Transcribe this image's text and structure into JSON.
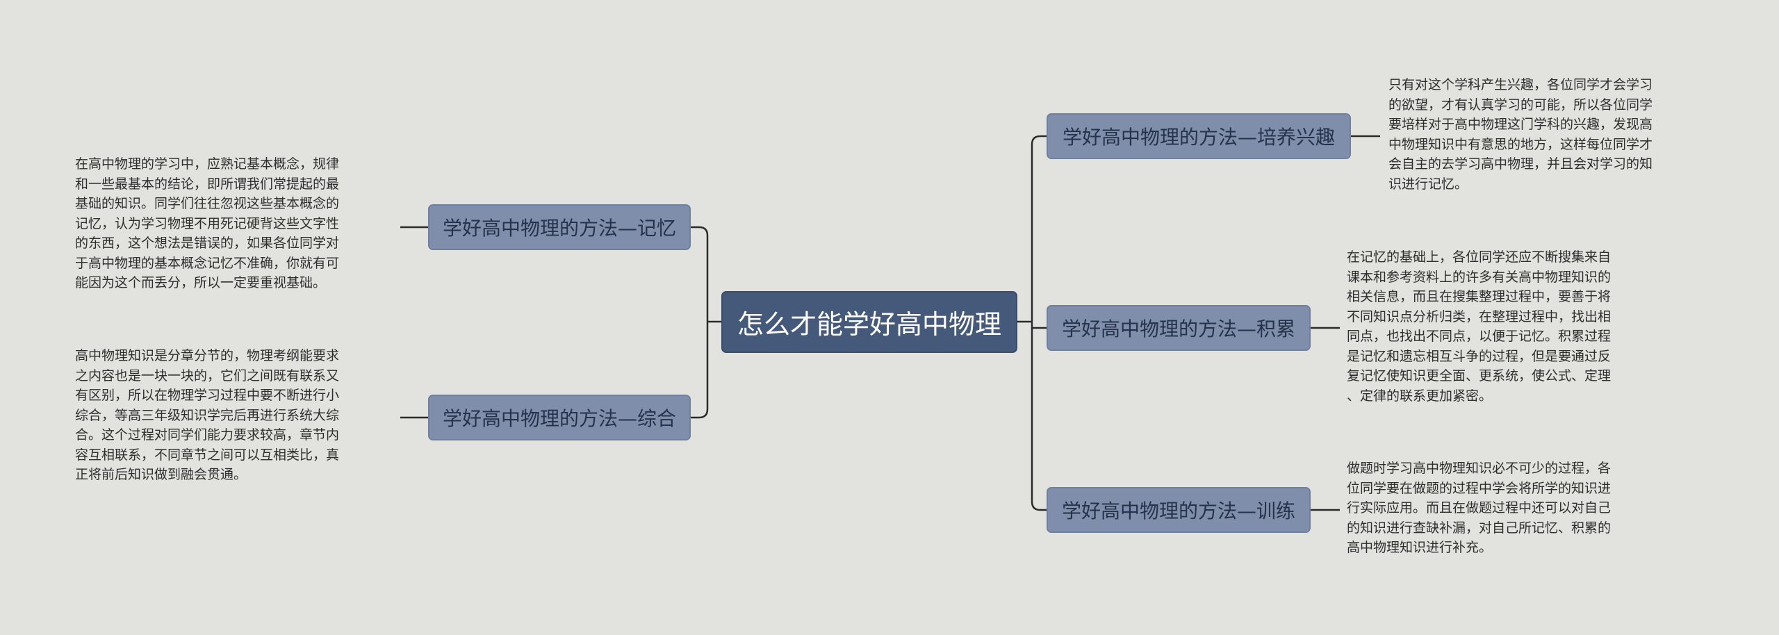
{
  "root": {
    "label": "怎么才能学好高中物理"
  },
  "branches": [
    {
      "id": "jiyi",
      "label": "学好高中物理的方法—记忆",
      "text": "在高中物理的学习中，应熟记基本概念，规律\n和一些最基本的结论，即所谓我们常提起的最\n基础的知识。同学们往往忽视这些基本概念的\n记忆，认为学习物理不用死记硬背这些文字性\n的东西，这个想法是错误的，如果各位同学对\n于高中物理的基本概念记忆不准确，你就有可\n能因为这个而丢分，所以一定要重视基础。"
    },
    {
      "id": "zonghe",
      "label": "学好高中物理的方法—综合",
      "text": "高中物理知识是分章分节的，物理考纲能要求\n之内容也是一块一块的，它们之间既有联系又\n有区别，所以在物理学习过程中要不断进行小\n综合，等高三年级知识学完后再进行系统大综\n合。这个过程对同学们能力要求较高，章节内\n容互相联系，不同章节之间可以互相类比，真\n正将前后知识做到融会贯通。"
    },
    {
      "id": "xingqu",
      "label": "学好高中物理的方法—培养兴趣",
      "text": "只有对这个学科产生兴趣，各位同学才会学习\n的欲望，才有认真学习的可能，所以各位同学\n要培样对于高中物理这门学科的兴趣，发现高\n中物理知识中有意思的地方，这样每位同学才\n会自主的去学习高中物理，并且会对学习的知\n识进行记忆。"
    },
    {
      "id": "jilei",
      "label": "学好高中物理的方法—积累",
      "text": "在记忆的基础上，各位同学还应不断搜集来自\n课本和参考资料上的许多有关高中物理知识的\n相关信息，而且在搜集整理过程中，要善于将\n不同知识点分析归类，在整理过程中，找出相\n同点，也找出不同点，以便于记忆。积累过程\n是记忆和遗忘相互斗争的过程，但是要通过反\n复记忆使知识更全面、更系统，使公式、定理\n、定律的联系更加紧密。"
    },
    {
      "id": "xunlian",
      "label": "学好高中物理的方法—训练",
      "text": "做题时学习高中物理知识必不可少的过程，各\n位同学要在做题的过程中学会将所学的知识进\n行实际应用。而且在做题过程中还可以对自己\n的知识进行查缺补漏，对自己所记忆、积累的\n高中物理知识进行补充。"
    },
    {
      "id": "_",
      "label": "",
      "text": ""
    }
  ],
  "colors": {
    "background": "#e2e3df",
    "root_fill": "#45597a",
    "branch_fill": "#7f8fab",
    "line": "#2b2b2b"
  }
}
